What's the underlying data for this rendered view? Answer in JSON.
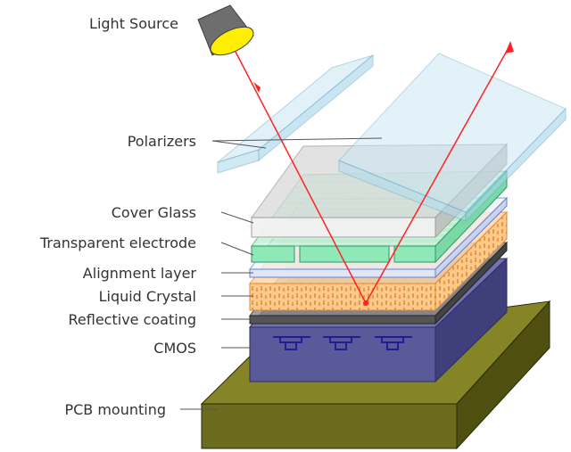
{
  "labels": {
    "light_source": "Light Source",
    "polarizers": "Polarizers",
    "cover_glass": "Cover Glass",
    "transparent_electrode": "Transparent electrode",
    "alignment_layer": "Alignment layer",
    "liquid_crystal": "Liquid Crystal",
    "reflective_coating": "Reflective coating",
    "cmos": "CMOS",
    "pcb_mounting": "PCB mounting"
  },
  "colors": {
    "pcb": "#6b6b1e",
    "cmos": "#5a5a9a",
    "cmos_circuit": "#1f1f8f",
    "reflective": "#555555",
    "liquid_crystal": "#ffc98a",
    "alignment": "#dfe6f8",
    "electrode": "#8fe8b8",
    "cover_glass": "#d9d9d9",
    "polarizer": "#9ccbe0",
    "light_ray": "#ff2222",
    "source_body": "#6e6e6e",
    "source_lens": "#ffee00",
    "leader_line": "#555555"
  }
}
